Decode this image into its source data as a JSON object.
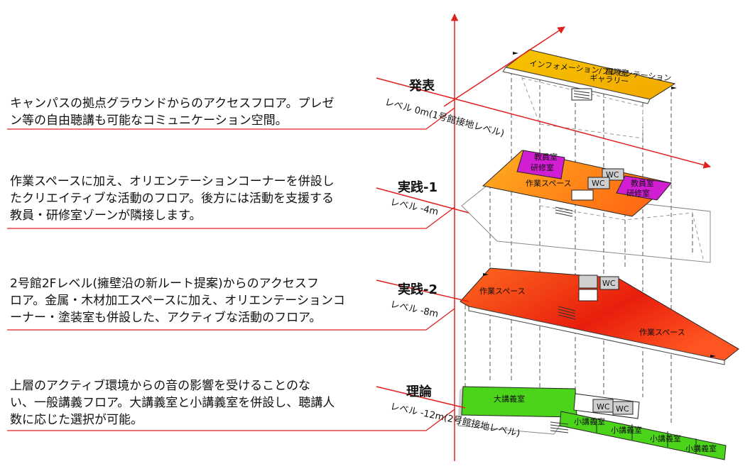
{
  "colors": {
    "axis": "#e02020",
    "line": "#e02020",
    "floor_top": "#f5b800",
    "floor_mid": "#ff8a1a",
    "floor_low": "#ee2a10",
    "floor_bottom": "#4cd41a",
    "room_magenta": "#d21ed2",
    "wc": "#cfcfcf"
  },
  "levels": [
    {
      "name": "発表",
      "sub": "レベル 0m(1号館接地レベル)",
      "desc": [
        "キャンパスの拠点グラウンドからのアクセスフロア。プレゼ",
        "ン等の自由聴講も可能なコミュニケーション空間。"
      ],
      "rooms": [
        "インフォメーション/プレゼンテーション",
        "国際室",
        "ギャラリー"
      ]
    },
    {
      "name": "実践-1",
      "sub": "レベル -4m",
      "desc": [
        "作業スペースに加え、オリエンテーションコーナーを併設し",
        "たクリエイティブな活動のフロア。後方には活動を支援する",
        "教員・研修室ゾーンが隣接します。"
      ],
      "rooms": [
        "教員室",
        "研修室",
        "作業スペース",
        "WC",
        "WC",
        "教員室",
        "研修室"
      ]
    },
    {
      "name": "実践-2",
      "sub": "レベル -8m",
      "desc": [
        "2号館2Fレベル(擁壁沿の新ルート提案)からのアクセスフ",
        "ロア。金属・木材加工スペースに加え、オリエンテーションコ",
        "ーナー・塗装室も併設した、アクティブな活動のフロア。"
      ],
      "rooms": [
        "作業スペース",
        "WC",
        "作業スペース"
      ]
    },
    {
      "name": "理論",
      "sub": "レベル -12m(2号館接地レベル)",
      "desc": [
        "上層のアクティブ環境からの音の影響を受けることのな",
        "い、一般講義フロア。大講義室と小講義室を併設し、聴講人",
        "数に応じた選択が可能。"
      ],
      "rooms": [
        "大講義室",
        "WC",
        "WC",
        "小講義室",
        "小講義室",
        "小講義室",
        "小講義室"
      ]
    }
  ]
}
